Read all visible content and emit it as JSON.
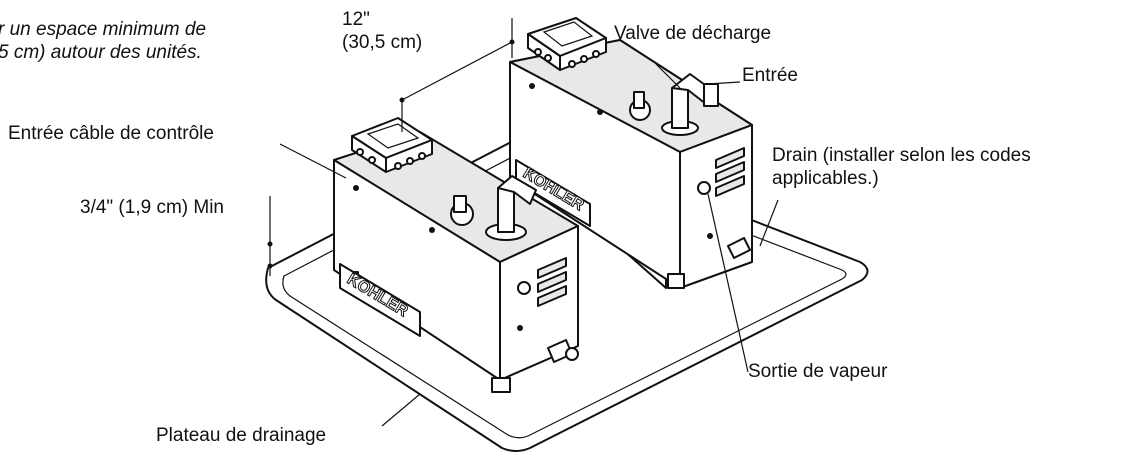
{
  "note": {
    "line1": "r un espace minimum de",
    "line2": "5 cm) autour des unités."
  },
  "clearance_top": {
    "line1": "12\"",
    "line2": "(30,5 cm)"
  },
  "clearance_bottom": "3/4\" (1,9 cm) Min",
  "labels": {
    "control_cable_inlet": "Entrée câble de contrôle",
    "relief_valve": "Valve de décharge",
    "inlet": "Entrée",
    "drain_line1": "Drain (installer selon les codes",
    "drain_line2": "applicables.)",
    "steam_outlet": "Sortie de vapeur",
    "drain_tray": "Plateau de drainage"
  },
  "brand": "KOHLER",
  "colors": {
    "line": "#111111",
    "fill": "#ffffff",
    "shade": "#e6e6e6"
  }
}
